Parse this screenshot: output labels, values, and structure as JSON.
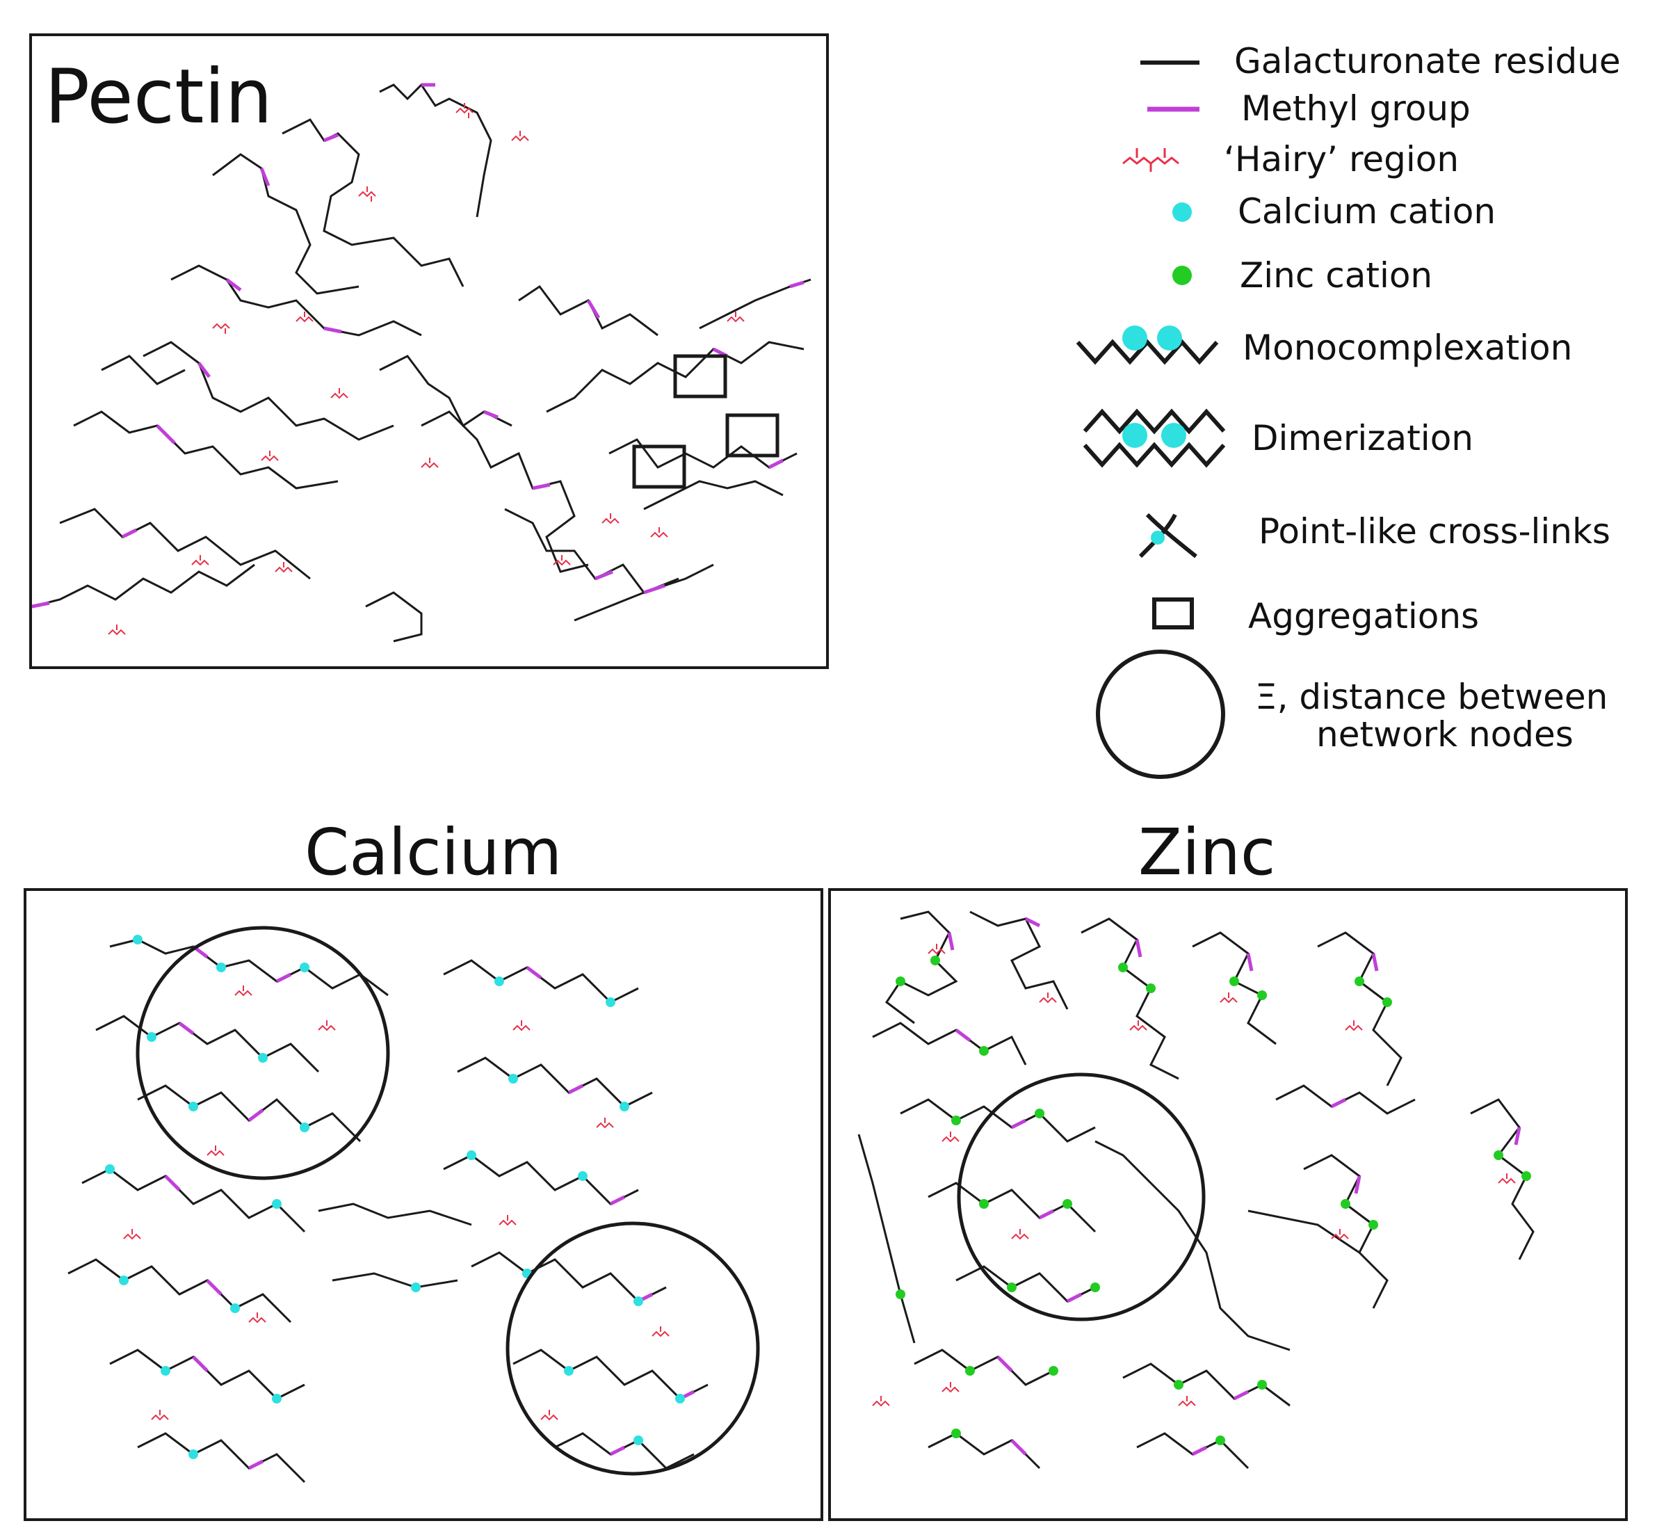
{
  "titles": {
    "pectin": "Pectin",
    "calcium": "Calcium",
    "zinc": "Zinc"
  },
  "legend": {
    "galacturonate": "Galacturonate residue",
    "methyl": "Methyl group",
    "hairy": "‘Hairy’ region",
    "calcium_cation": "Calcium cation",
    "zinc_cation": "Zinc cation",
    "monocomplexation": "Monocomplexation",
    "dimerization": "Dimerization",
    "crosslinks": "Point-like cross-links",
    "aggregations": "Aggregations",
    "distance_line1": "Ξ, distance between",
    "distance_line2": "network nodes"
  },
  "colors": {
    "chain": "#1a1a1a",
    "methyl": "#c040d8",
    "hairy": "#e8304a",
    "calcium": "#2ee0e0",
    "zinc": "#22cc22"
  }
}
